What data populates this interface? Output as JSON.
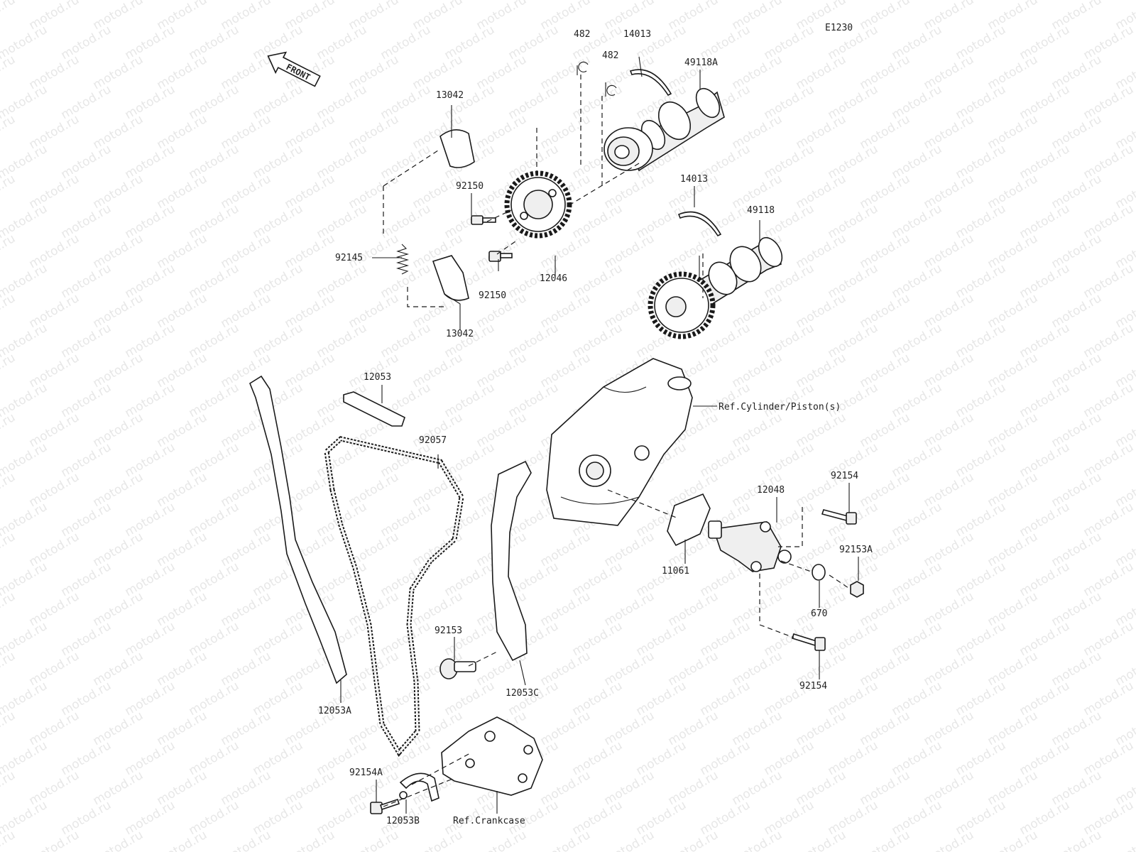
{
  "diagram_code": "E1230",
  "front_arrow_label": "FRONT",
  "watermark_text": "motod.ru",
  "references": {
    "cylinder": "Ref.Cylinder/Piston(s)",
    "crankcase": "Ref.Crankcase"
  },
  "part_labels": [
    "482",
    "14013",
    "482",
    "49118A",
    "13042",
    "92150",
    "92145",
    "92150",
    "12046",
    "13042",
    "14013",
    "49118",
    "12053",
    "92057",
    "12053A",
    "92153",
    "12053C",
    "11061",
    "12048",
    "92154",
    "92153A",
    "670",
    "92154",
    "92154A",
    "12053B"
  ]
}
